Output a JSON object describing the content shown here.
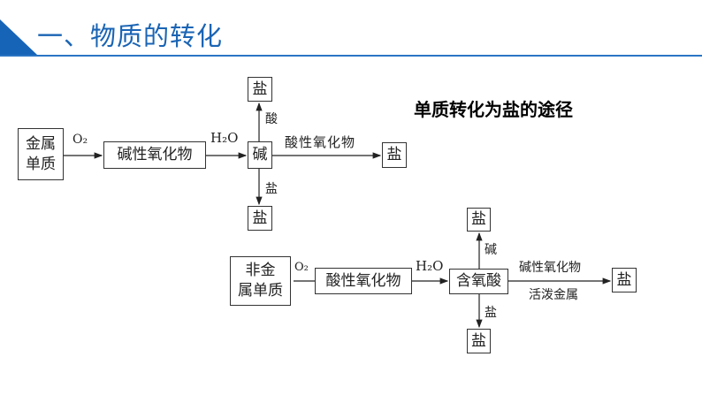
{
  "header": {
    "title": "一、物质的转化"
  },
  "heading": "单质转化为盐的途径",
  "diagram1": {
    "start": [
      "金属",
      "单质"
    ],
    "o2": "O₂",
    "oxide": "碱性氧化物",
    "h2o": "H₂O",
    "base": "碱",
    "up_label": "酸",
    "up_box": "盐",
    "right_label": "酸性氧化物",
    "right_box": "盐",
    "down_label": "盐",
    "down_box": "盐"
  },
  "diagram2": {
    "start": [
      "非金",
      "属单质"
    ],
    "o2": "O₂",
    "oxide": "酸性氧化物",
    "h2o": "H₂O",
    "acid": "含氧酸",
    "up_label": "碱",
    "up_box": "盐",
    "right_label_top": "碱性氧化物",
    "right_label_bottom": "活泼金属",
    "right_box": "盐",
    "down_label": "盐",
    "down_box": "盐"
  }
}
